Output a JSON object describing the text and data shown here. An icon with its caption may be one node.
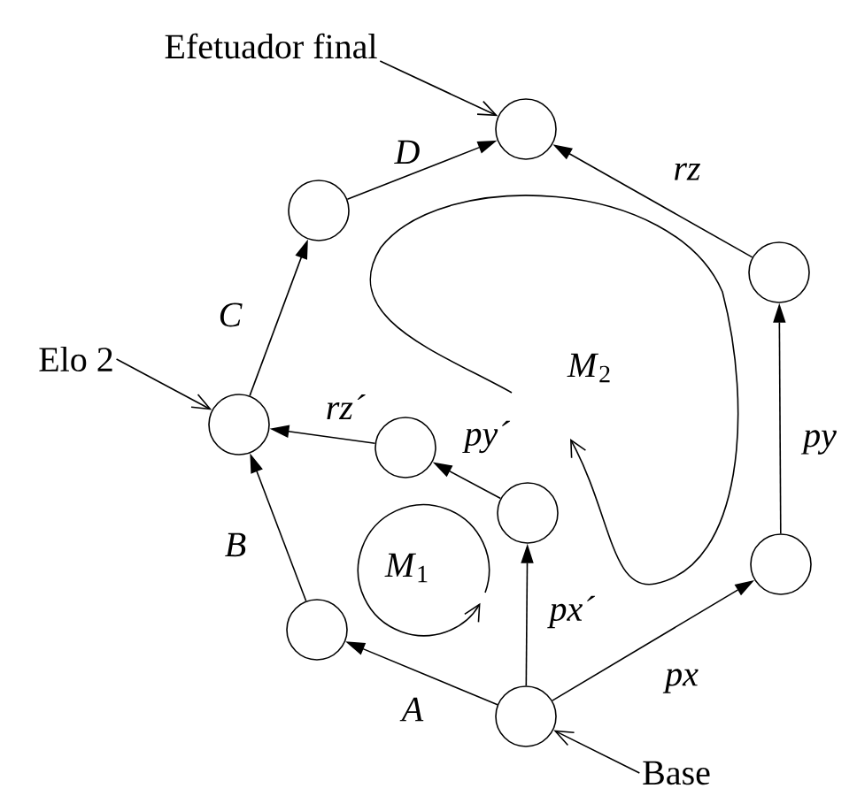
{
  "diagram": {
    "nodes": [
      {
        "text": [
          "Efetuador final"
        ]
      },
      {
        "text": [
          "Elo 2"
        ]
      },
      {
        "text": [
          "Base"
        ]
      },
      {
        "text": [],
        "shape": "circle"
      },
      {
        "text": [],
        "shape": "circle"
      },
      {
        "text": [],
        "shape": "circle"
      },
      {
        "text": [],
        "shape": "circle"
      },
      {
        "text": [],
        "shape": "circle"
      },
      {
        "text": [],
        "shape": "circle"
      },
      {
        "text": [],
        "shape": "circle"
      },
      {
        "text": [],
        "shape": "circle"
      },
      {
        "text": [],
        "shape": "circle"
      }
    ],
    "edges": [
      {
        "from": 3,
        "to": 4,
        "arrow": "to",
        "label": "A"
      },
      {
        "from": 4,
        "to": 5,
        "arrow": "to",
        "label": "B"
      },
      {
        "from": 5,
        "to": 6,
        "arrow": "to",
        "label": "C"
      },
      {
        "from": 6,
        "to": 7,
        "arrow": "to",
        "label": "D"
      },
      {
        "from": 3,
        "to": 9,
        "arrow": "to",
        "label": "px"
      },
      {
        "from": 9,
        "to": 8,
        "arrow": "to",
        "label": "py"
      },
      {
        "from": 8,
        "to": 7,
        "arrow": "to",
        "label": "rz"
      },
      {
        "from": 3,
        "to": 10,
        "arrow": "to",
        "label": "px´"
      },
      {
        "from": 10,
        "to": 11,
        "arrow": "to",
        "label": "py´"
      },
      {
        "from": 11,
        "to": 5,
        "arrow": "to",
        "label": "rz´"
      },
      {
        "from": 0,
        "to": 7,
        "arrow": "to"
      },
      {
        "from": 1,
        "to": 5,
        "arrow": "to"
      },
      {
        "from": 2,
        "to": 3,
        "arrow": "to"
      }
    ],
    "labels": [
      "*M*$_{2}$",
      "*M*$_{1}$"
    ]
  }
}
